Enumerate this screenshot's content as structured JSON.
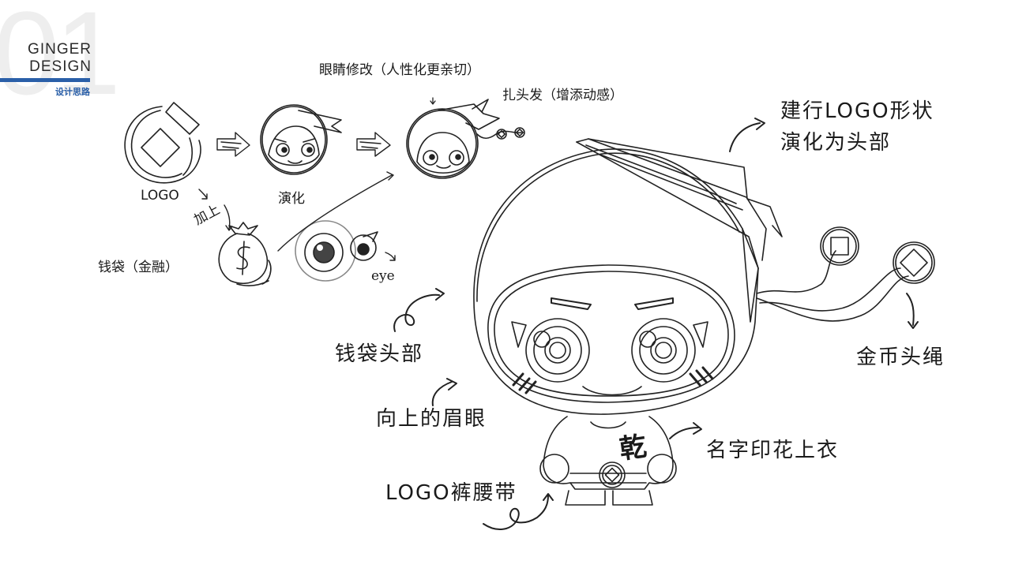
{
  "brand": {
    "number": "01",
    "line1": "GINGER",
    "line2": "DESIGN",
    "subtitle": "设计思路",
    "accent_color": "#2a5fa8"
  },
  "process": {
    "logo": "LOGO",
    "evolve": "演化",
    "add_on": "加上",
    "money_bag": "钱袋（金融）",
    "eye": "eye",
    "eye_edit": "眼睛修改（人性化更亲切）",
    "hair_tie": "扎头发（增添动感）"
  },
  "annotations": {
    "head_shape": "建行LOGO形状",
    "head_shape_2": "演化为头部",
    "bag_head": "钱袋头部",
    "coin_rope": "金币头绳",
    "eyebrows": "向上的眉眼",
    "shirt": "名字印花上衣",
    "shirt_char": "乾",
    "belt": "LOGO裤腰带"
  }
}
